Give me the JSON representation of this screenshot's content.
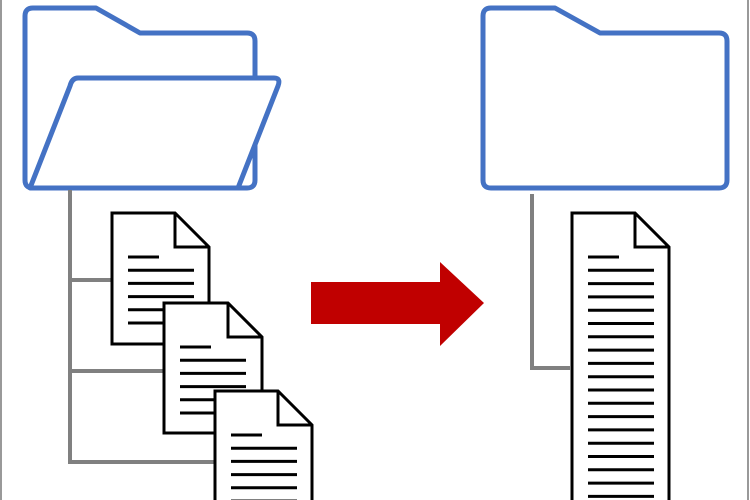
{
  "diagram": {
    "description_label": "",
    "colors": {
      "folder": "#4472C4",
      "arrow": "#C00000",
      "connector": "#808080",
      "document": "#000000"
    },
    "left": {
      "icon": "open-folder-icon",
      "documents": 3,
      "lines_per_document": 6
    },
    "right": {
      "icon": "closed-folder-icon",
      "documents": 1,
      "lines_per_document": 20
    },
    "arrow": {
      "icon": "right-arrow-icon"
    }
  }
}
